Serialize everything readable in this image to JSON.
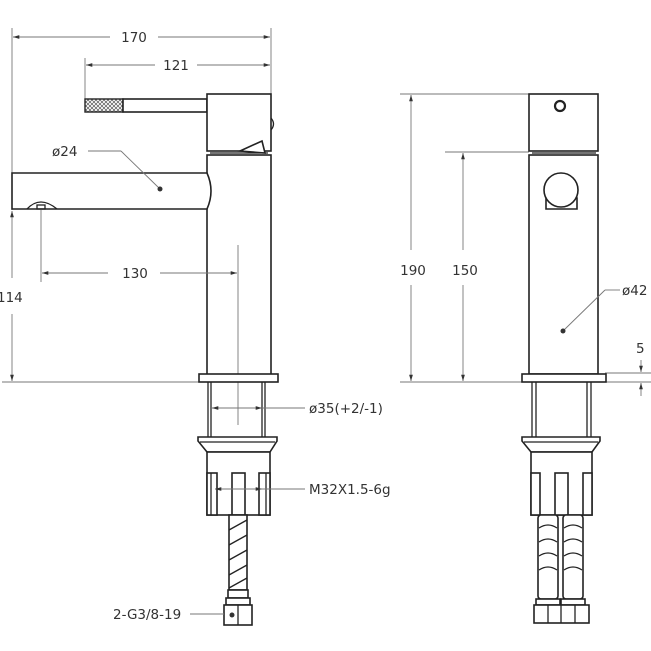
{
  "side_view": {
    "dim_total_length": "170",
    "dim_lever_length": "121",
    "dim_spout_diameter": "ø24",
    "dim_spout_reach": "130",
    "dim_spout_height": "114",
    "dim_hole_diameter": "ø35(+2/-1)",
    "dim_thread": "M32X1.5-6g",
    "dim_hose_connection": "2-G3/8-19"
  },
  "front_view": {
    "dim_total_height": "190",
    "dim_body_height": "150",
    "dim_body_diameter": "ø42",
    "dim_base_thickness": "5"
  }
}
